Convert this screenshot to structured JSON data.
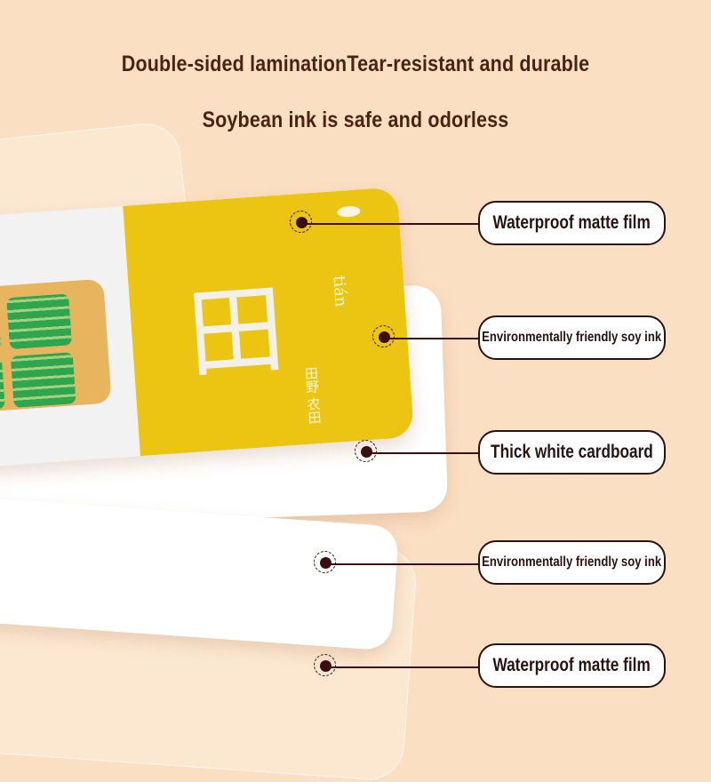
{
  "headlines": {
    "line1": "Double-sided laminationTear-resistant and durable",
    "line2": "Soybean ink is safe and odorless"
  },
  "card": {
    "hanzi": "田",
    "pinyin": "tián",
    "words": [
      "田野",
      "农田"
    ]
  },
  "callouts": [
    {
      "label": "Waterproof matte film"
    },
    {
      "label": "Environmentally friendly soy ink"
    },
    {
      "label": "Thick white cardboard"
    },
    {
      "label": "Environmentally friendly soy ink"
    },
    {
      "label": "Waterproof matte film"
    }
  ],
  "colors": {
    "background": "#fbdfc3",
    "card_yellow": "#ebc512",
    "text": "#4a2412"
  }
}
